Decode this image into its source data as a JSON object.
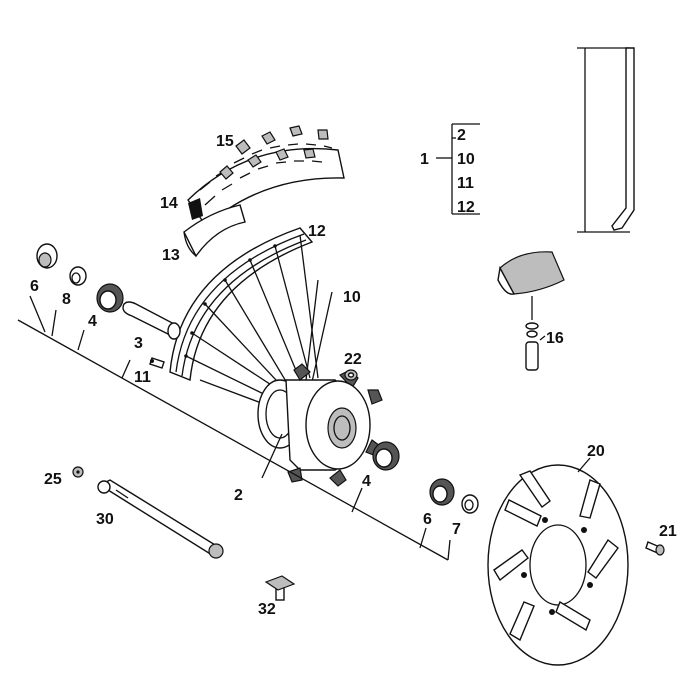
{
  "callouts": {
    "c1": "1",
    "c2": "2",
    "c3": "3",
    "c4a": "4",
    "c4b": "4",
    "c6a": "6",
    "c6b": "6",
    "c7": "7",
    "c8": "8",
    "c10": "10",
    "c11": "11",
    "c12": "12",
    "c13": "13",
    "c14": "14",
    "c15": "15",
    "c16": "16",
    "c20": "20",
    "c21": "21",
    "c22": "22",
    "c25": "25",
    "c30": "30",
    "c32": "32"
  },
  "assembly_group": {
    "label": "1",
    "items": [
      "2",
      "10",
      "11",
      "12"
    ]
  }
}
